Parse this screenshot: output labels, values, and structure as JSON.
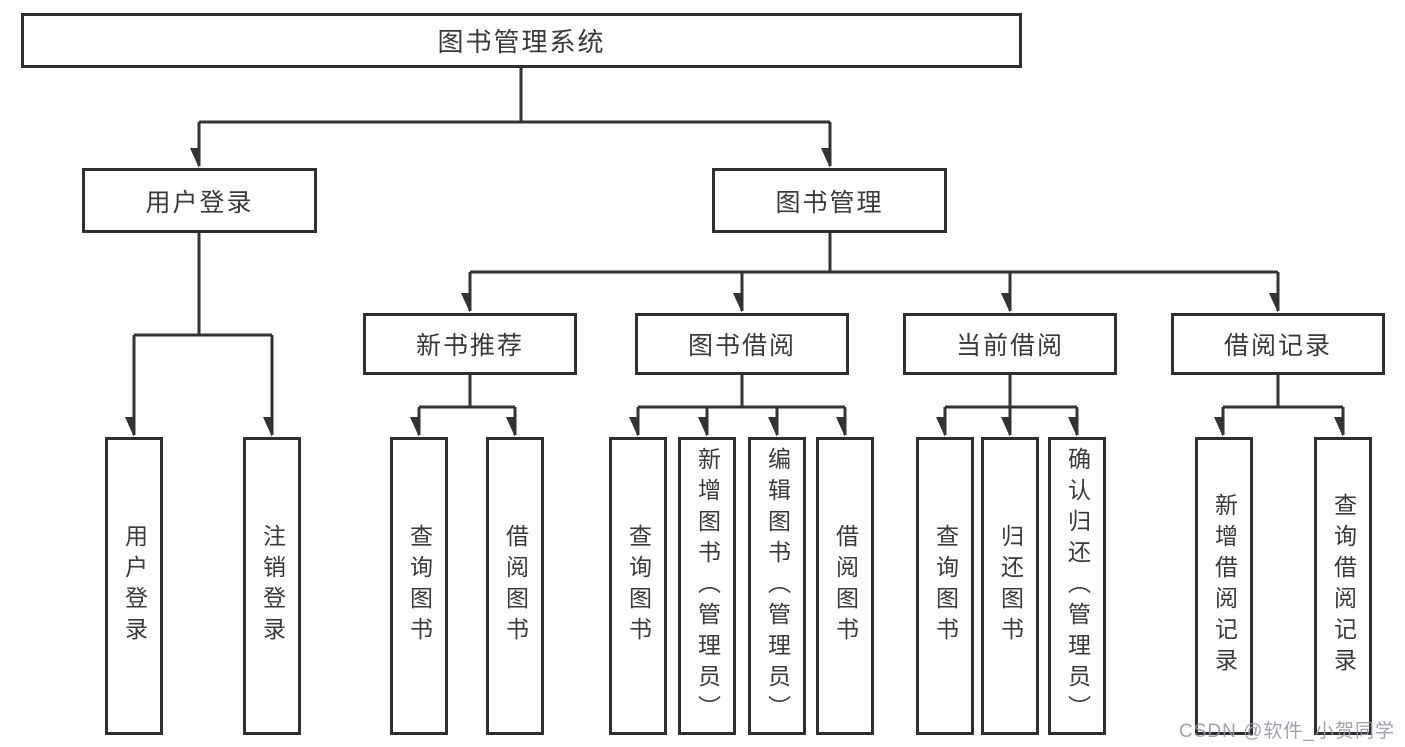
{
  "diagram": {
    "title": "图书管理系统",
    "root": {
      "label": "图书管理系统"
    },
    "level2": [
      {
        "id": "user-login",
        "label": "用户登录"
      },
      {
        "id": "book-management",
        "label": "图书管理"
      }
    ],
    "level3": [
      {
        "id": "new-book-recommend",
        "label": "新书推荐",
        "parent": "图书管理"
      },
      {
        "id": "book-borrow",
        "label": "图书借阅",
        "parent": "图书管理"
      },
      {
        "id": "current-borrow",
        "label": "当前借阅",
        "parent": "图书管理"
      },
      {
        "id": "borrow-records",
        "label": "借阅记录",
        "parent": "图书管理"
      }
    ],
    "leaves": [
      {
        "id": "leaf-user-login",
        "label": "用户登录",
        "parent": "用户登录"
      },
      {
        "id": "leaf-logout",
        "label": "注销登录",
        "parent": "用户登录"
      },
      {
        "id": "leaf-query-book-recommend",
        "label": "查询图书",
        "parent": "新书推荐"
      },
      {
        "id": "leaf-borrow-book-recommend",
        "label": "借阅图书",
        "parent": "新书推荐"
      },
      {
        "id": "leaf-query-book-borrow",
        "label": "查询图书",
        "parent": "图书借阅"
      },
      {
        "id": "leaf-add-book-admin",
        "label": "新增图书（管理员）",
        "parent": "图书借阅"
      },
      {
        "id": "leaf-edit-book-admin",
        "label": "编辑图书（管理员）",
        "parent": "图书借阅"
      },
      {
        "id": "leaf-borrow-book",
        "label": "借阅图书",
        "parent": "图书借阅"
      },
      {
        "id": "leaf-query-book-current",
        "label": "查询图书",
        "parent": "当前借阅"
      },
      {
        "id": "leaf-return-book",
        "label": "归还图书",
        "parent": "当前借阅"
      },
      {
        "id": "leaf-confirm-return-admin",
        "label": "确认归还（管理员）",
        "parent": "当前借阅"
      },
      {
        "id": "leaf-add-borrow-record",
        "label": "新增借阅记录",
        "parent": "借阅记录"
      },
      {
        "id": "leaf-query-borrow-record",
        "label": "查询借阅记录",
        "parent": "借阅记录"
      }
    ],
    "edges": [
      "图书管理系统 → 用户登录",
      "图书管理系统 → 图书管理",
      "用户登录 → 用户登录",
      "用户登录 → 注销登录",
      "图书管理 → 新书推荐",
      "图书管理 → 图书借阅",
      "图书管理 → 当前借阅",
      "图书管理 → 借阅记录",
      "新书推荐 → 查询图书",
      "新书推荐 → 借阅图书",
      "图书借阅 → 查询图书",
      "图书借阅 → 新增图书（管理员）",
      "图书借阅 → 编辑图书（管理员）",
      "图书借阅 → 借阅图书",
      "当前借阅 → 查询图书",
      "当前借阅 → 归还图书",
      "当前借阅 → 确认归还（管理员）",
      "借阅记录 → 新增借阅记录",
      "借阅记录 → 查询借阅记录"
    ],
    "colors": {
      "line": "#333333",
      "border": "#2f2f2f",
      "text": "#3a3a3a",
      "background": "#ffffff"
    },
    "watermark": "CSDN @软件_小贺同学"
  }
}
